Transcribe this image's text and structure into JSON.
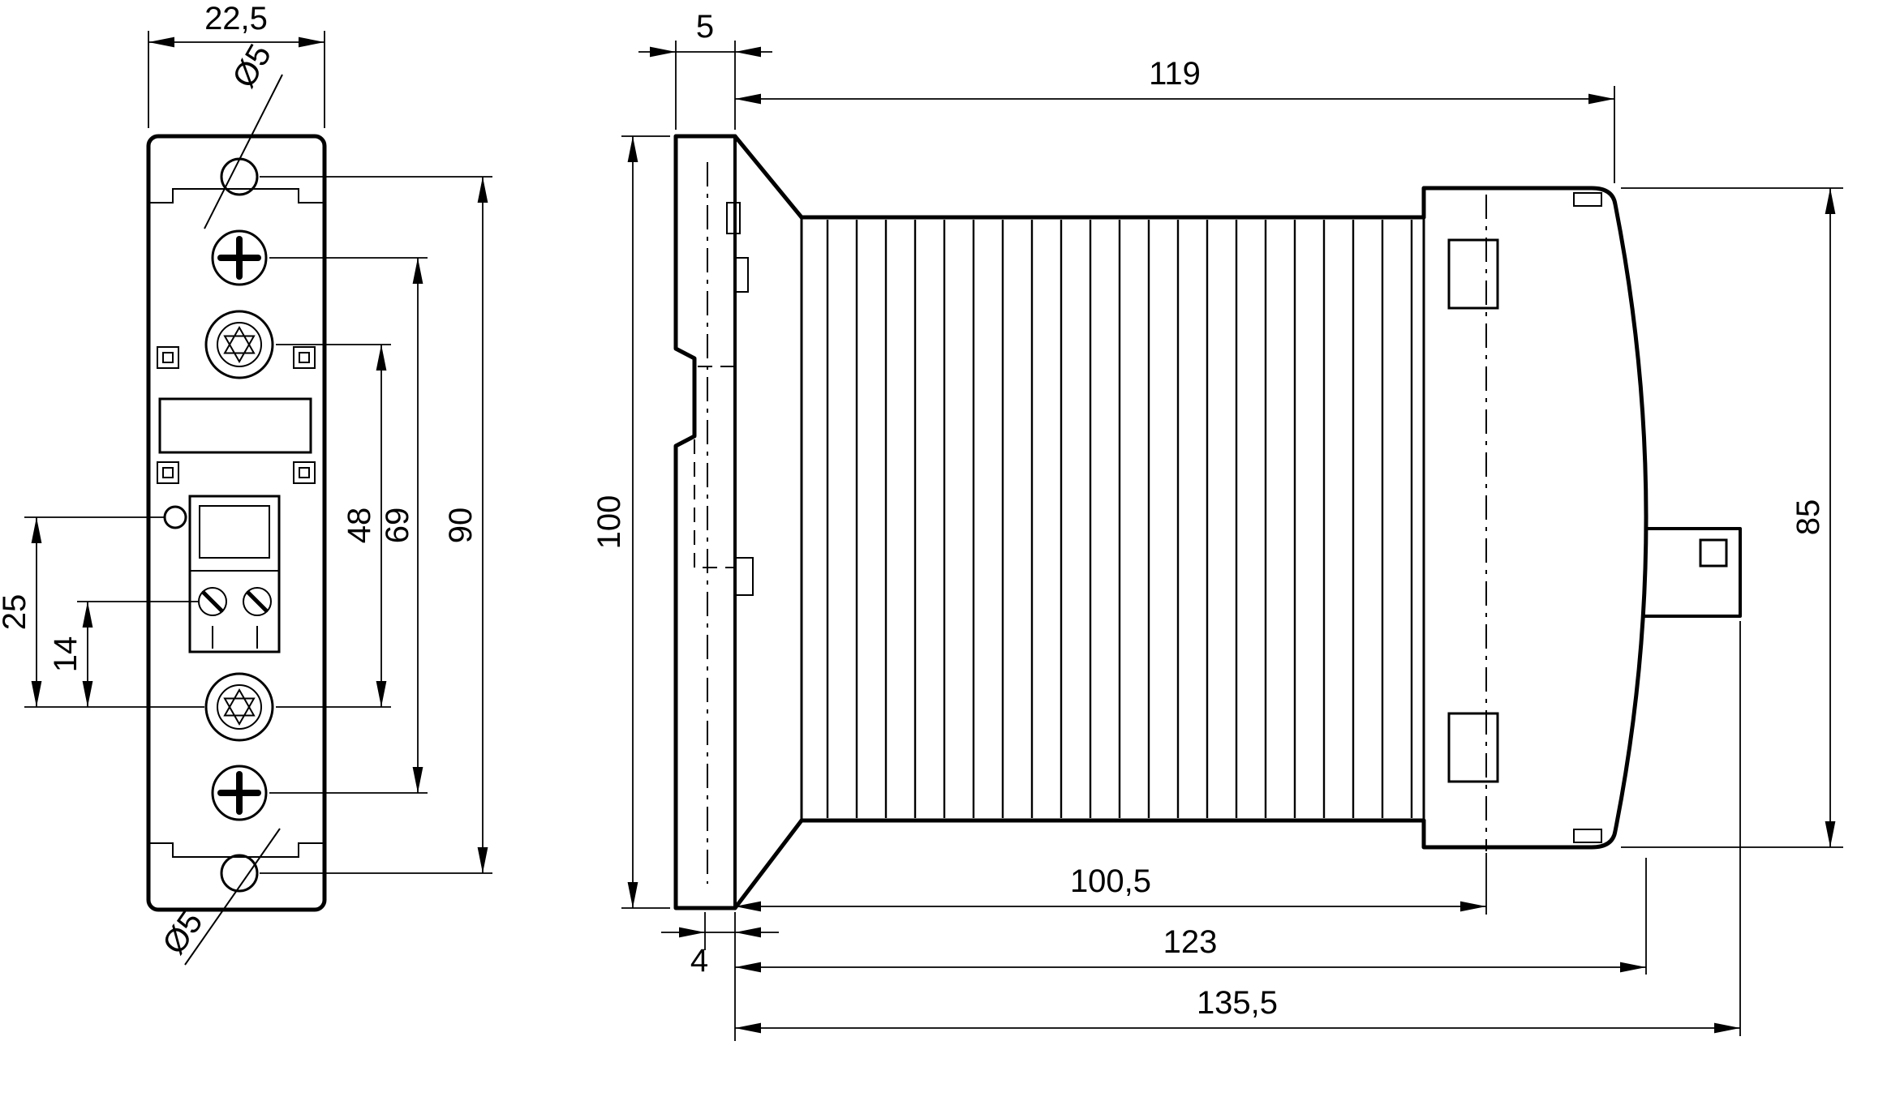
{
  "drawing": {
    "type": "dimensional-drawing",
    "units": "mm",
    "front_view": {
      "width_top": "22,5",
      "hole_top": "Ø5",
      "hole_bottom": "Ø5",
      "span_torx": "48",
      "span_screws": "69",
      "span_holes": "90",
      "span_left_outer": "25",
      "span_left_inner": "14"
    },
    "side_view": {
      "flange_top": "5",
      "body_length": "119",
      "height_left": "100",
      "height_right": "85",
      "offset_bottom": "4",
      "depth_inner": "100,5",
      "depth_mid": "123",
      "depth_total": "135,5"
    }
  }
}
